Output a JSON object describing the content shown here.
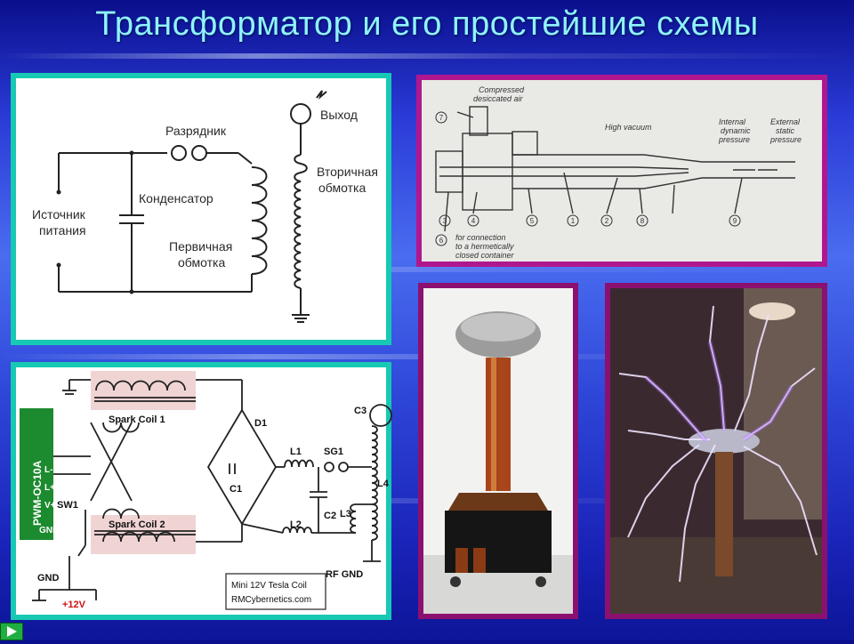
{
  "slide": {
    "title": "Трансформатор и его простейшие схемы"
  },
  "spark_gap_diagram": {
    "source_label_1": "Источник",
    "source_label_2": "питания",
    "spark_gap_label": "Разрядник",
    "capacitor_label": "Конденсатор",
    "primary_label_1": "Первичная",
    "primary_label_2": "обмотка",
    "output_label": "Выход",
    "secondary_label_1": "Вторичная",
    "secondary_label_2": "обмотка"
  },
  "vacuum_tube_diagram": {
    "top_label_1": "Compressed",
    "top_label_2": "desiccated air",
    "high_vacuum": "High vacuum",
    "internal_1": "Internal",
    "internal_2": "dynamic",
    "internal_3": "pressure",
    "external_1": "External",
    "external_2": "static",
    "external_3": "pressure",
    "bottom_label_1": "for connection",
    "bottom_label_2": "to a hermetically",
    "bottom_label_3": "closed container",
    "callouts": [
      "7",
      "3",
      "4",
      "5",
      "1",
      "2",
      "8",
      "9",
      "6"
    ]
  },
  "tesla_schematic": {
    "driver": "PWM-OC10A",
    "pins": [
      "L-",
      "L+",
      "V+",
      "GND"
    ],
    "sw1": "SW1",
    "coil1": "Spark Coil 1",
    "coil2": "Spark Coil 2",
    "d1": "D1",
    "c1": "C1",
    "l1": "L1",
    "sg1": "SG1",
    "c2": "C2",
    "l2": "L2",
    "l3": "L3",
    "l4": "L4",
    "c3": "C3",
    "rf_gnd": "RF GND",
    "gnd": "GND",
    "v12": "+12V",
    "credit_1": "Mini 12V Tesla Coil",
    "credit_2": "RMCybernetics.com"
  },
  "colors": {
    "title": "#8ff2ff",
    "teal_frame": "#17c9b3",
    "magenta_frame": "#b0178e"
  }
}
